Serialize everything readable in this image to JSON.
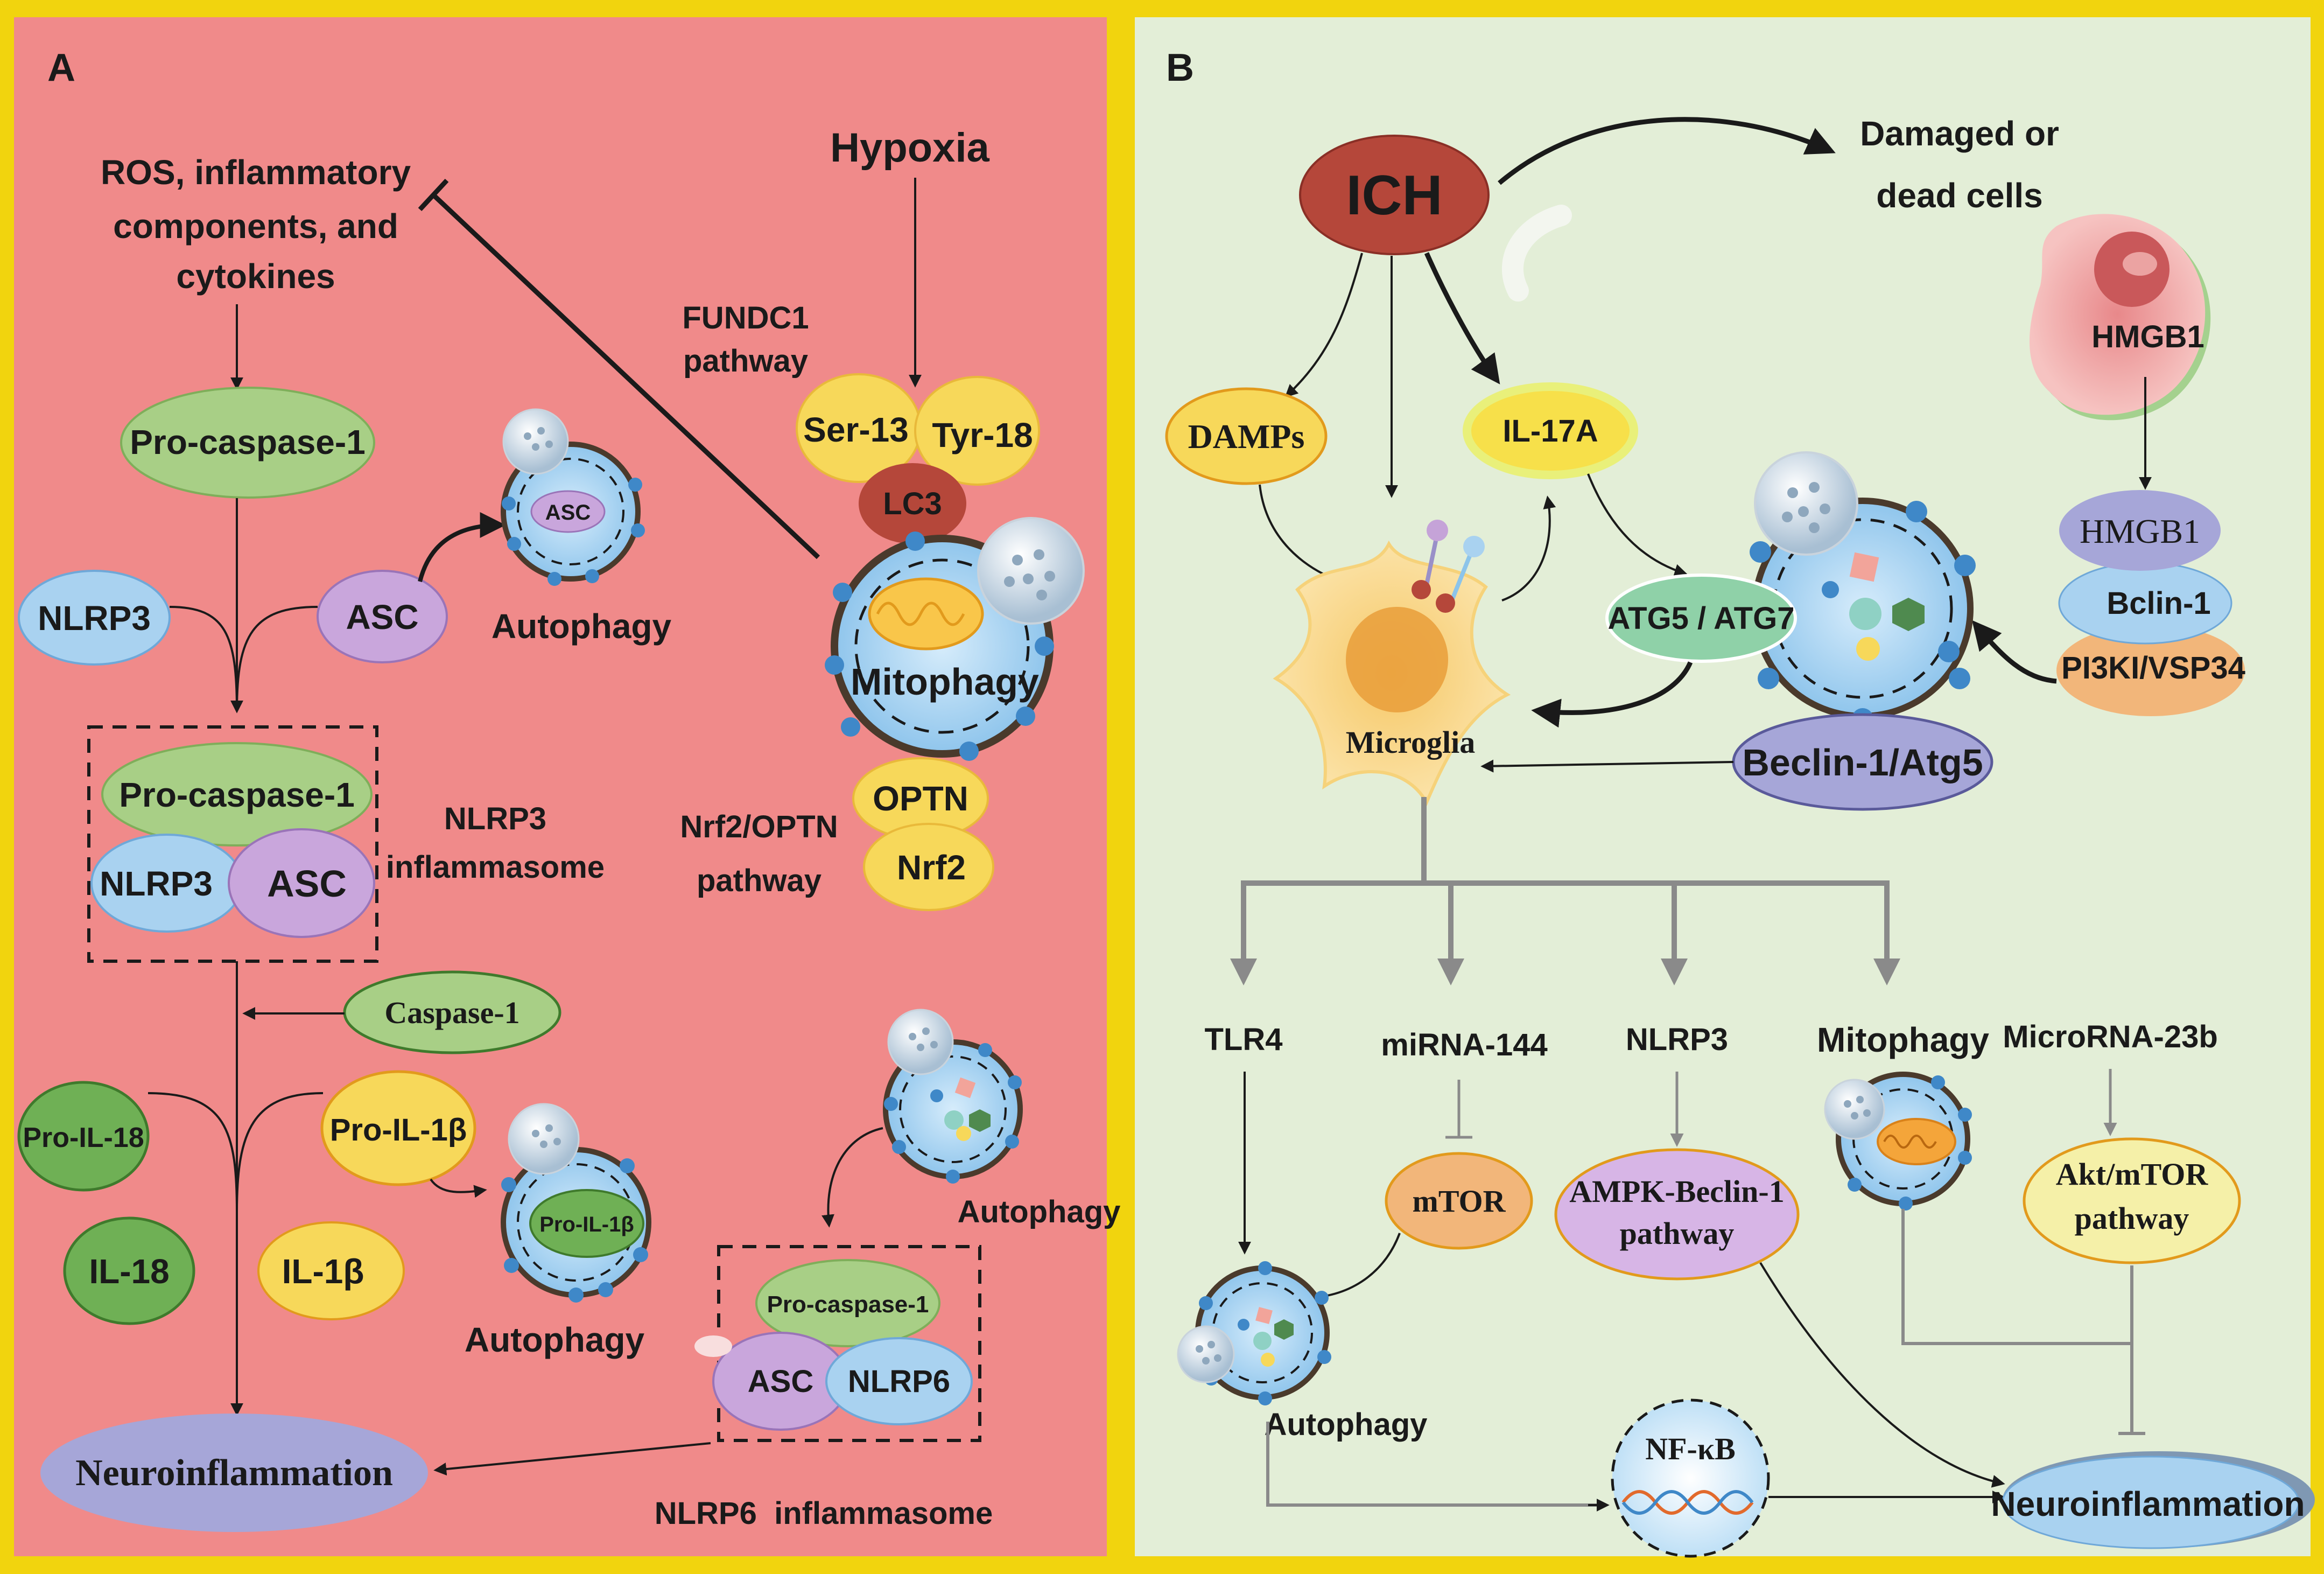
{
  "colors": {
    "frame": "#f1d40e",
    "panel_a_bg": "#f08a8a",
    "panel_b_bg": "#e3eed7",
    "green_node": "#a8cf86",
    "blue_node": "#a9d2f0",
    "purple_node": "#c9a6dc",
    "yellow_node": "#f7d85a",
    "red_node": "#b5473a",
    "gray_arrow": "#8a8a8a",
    "lavender_node": "#a6a6d8",
    "orange_node": "#f2b67a"
  },
  "panel_a": {
    "letter": "A",
    "ros_text": [
      "ROS, inflammatory",
      "components, and",
      "cytokines"
    ],
    "hypoxia": "Hypoxia",
    "fundc1": [
      "FUNDC1",
      "pathway"
    ],
    "ser13": "Ser-13",
    "tyr18": "Tyr-18",
    "lc3": "LC3",
    "mitophagy": "Mitophagy",
    "optn": "OPTN",
    "nrf2": "Nrf2",
    "nrf2_pathway": [
      "Nrf2/OPTN",
      "pathway"
    ],
    "pro_caspase1_top": "Pro-caspase-1",
    "nlrp3_left": "NLRP3",
    "asc_left": "ASC",
    "asc_small": "ASC",
    "autophagy_top": "Autophagy",
    "inflammasome_pro_caspase": "Pro-caspase-1",
    "inflammasome_nlrp3": "NLRP3",
    "inflammasome_asc": "ASC",
    "nlrp3_inflammasome": [
      "NLRP3",
      "inflammasome"
    ],
    "caspase1": "Caspase-1",
    "pro_il18": "Pro-IL-18",
    "pro_il1b": "Pro-IL-1β",
    "pro_il1b_small": "Pro-IL-1β",
    "il18": "IL-18",
    "il1b": "IL-1β",
    "autophagy_mid": "Autophagy",
    "autophagy_right": "Autophagy",
    "nlrp6_pro_caspase": "Pro-caspase-1",
    "nlrp6_asc": "ASC",
    "nlrp6": "NLRP6",
    "nlrp6_inflammasome": "NLRP6  inflammasome",
    "neuroinflammation": "Neuroinflammation"
  },
  "panel_b": {
    "letter": "B",
    "ich": "ICH",
    "damaged": [
      "Damaged or",
      "dead cells"
    ],
    "hmgb1_cell": "HMGB1",
    "hmgb1": "HMGB1",
    "bclin1": "Bclin-1",
    "pi3k": "PI3KI/VSP34",
    "damps": "DAMPs",
    "il17a": "IL-17A",
    "atg": "ATG5 / ATG7",
    "beclin_atg5": "Beclin-1/Atg5",
    "microglia": "Microglia",
    "tlr4": "TLR4",
    "mirna144": "miRNA-144",
    "nlrp3": "NLRP3",
    "mitophagy": "Mitophagy",
    "microrna23b": "MicroRNA-23b",
    "mtor": "mTOR",
    "ampk": [
      "AMPK-Beclin-1",
      "pathway"
    ],
    "akt": [
      "Akt/mTOR",
      "pathway"
    ],
    "autophagy": "Autophagy",
    "nfkb": "NF-κB",
    "neuroinflammation": "Neuroinflammation"
  }
}
